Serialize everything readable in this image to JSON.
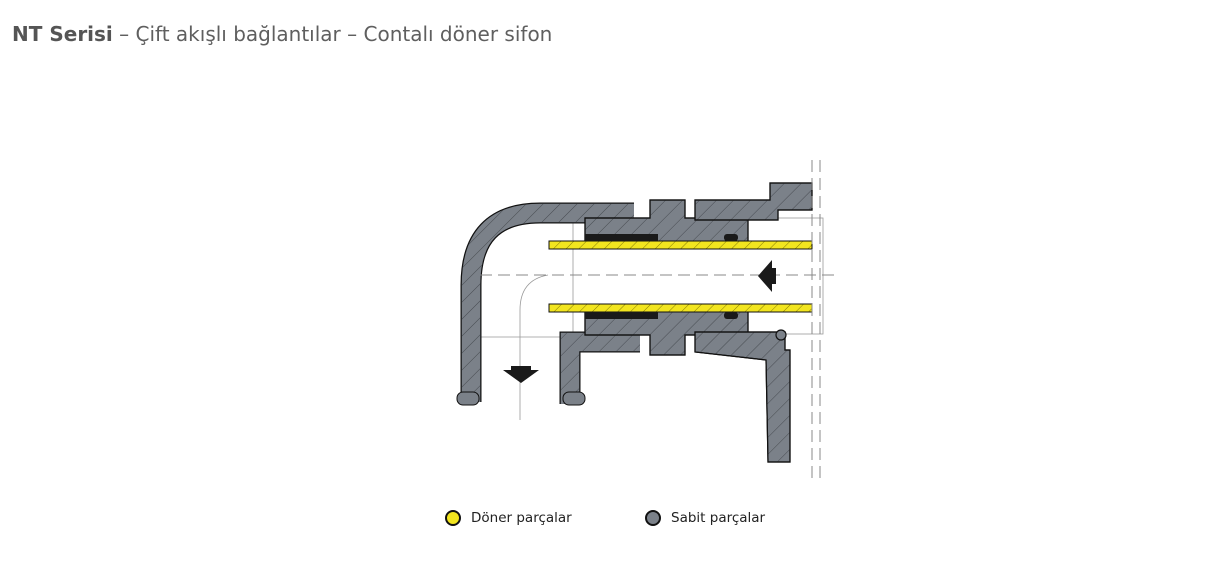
{
  "title": {
    "series": "NT Serisi",
    "rest": " – Çift akışlı bağlantılar – Contalı döner sifon"
  },
  "legend": [
    {
      "label": "Döner parçalar",
      "color": "#f2e51f"
    },
    {
      "label": "Sabit parçalar",
      "color": "#7b8189"
    }
  ],
  "colors": {
    "fixed": "#7b8189",
    "rotating": "#f2e51f",
    "seal": "#1a1a1a"
  }
}
